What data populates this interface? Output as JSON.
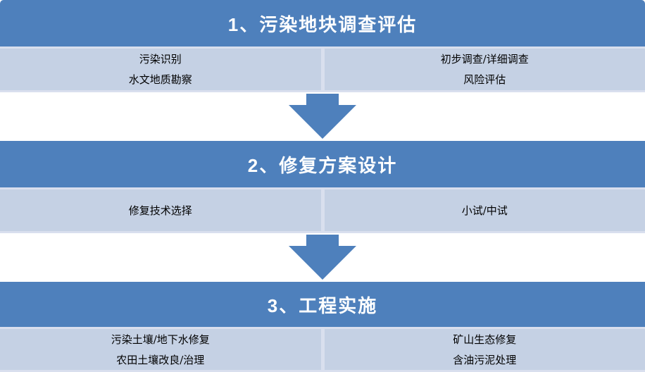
{
  "colors": {
    "header_bg": "#4E80BC",
    "header_text": "#FFFFFF",
    "panel_bg": "#C5D1E4",
    "panel_edge": "#D9DFEE",
    "arrow": "#4E80BC",
    "item_text": "#000000",
    "background": "#FFFFFF"
  },
  "flow": {
    "stages": [
      {
        "title": "1、污染地块调查评估",
        "left_items": [
          "污染识别",
          "水文地质勘察"
        ],
        "right_items": [
          "初步调查/详细调查",
          "风险评估"
        ]
      },
      {
        "title": "2、修复方案设计",
        "left_items": [
          "修复技术选择"
        ],
        "right_items": [
          "小试/中试"
        ]
      },
      {
        "title": "3、工程实施",
        "left_items": [
          "污染土壤/地下水修复",
          "农田土壤改良/治理"
        ],
        "right_items": [
          "矿山生态修复",
          "含油污泥处理"
        ]
      }
    ],
    "arrow_icon": "down-block-arrow"
  }
}
